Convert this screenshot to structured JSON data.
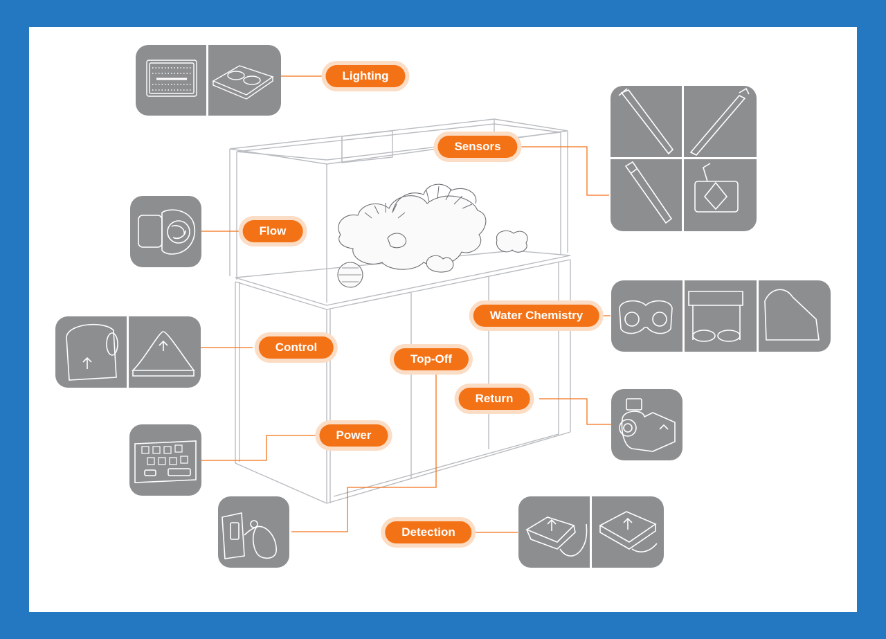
{
  "labels": {
    "lighting": "Lighting",
    "sensors": "Sensors",
    "flow": "Flow",
    "water_chemistry": "Water Chemistry",
    "control": "Control",
    "top_off": "Top-Off",
    "return": "Return",
    "power": "Power",
    "detection": "Detection"
  },
  "colors": {
    "background": "#2378c1",
    "panel": "#ffffff",
    "accent": "#f47216",
    "accent_halo": "#fbdcc4",
    "tile": "#8d8e90",
    "tank_line": "#b9bcc0"
  }
}
